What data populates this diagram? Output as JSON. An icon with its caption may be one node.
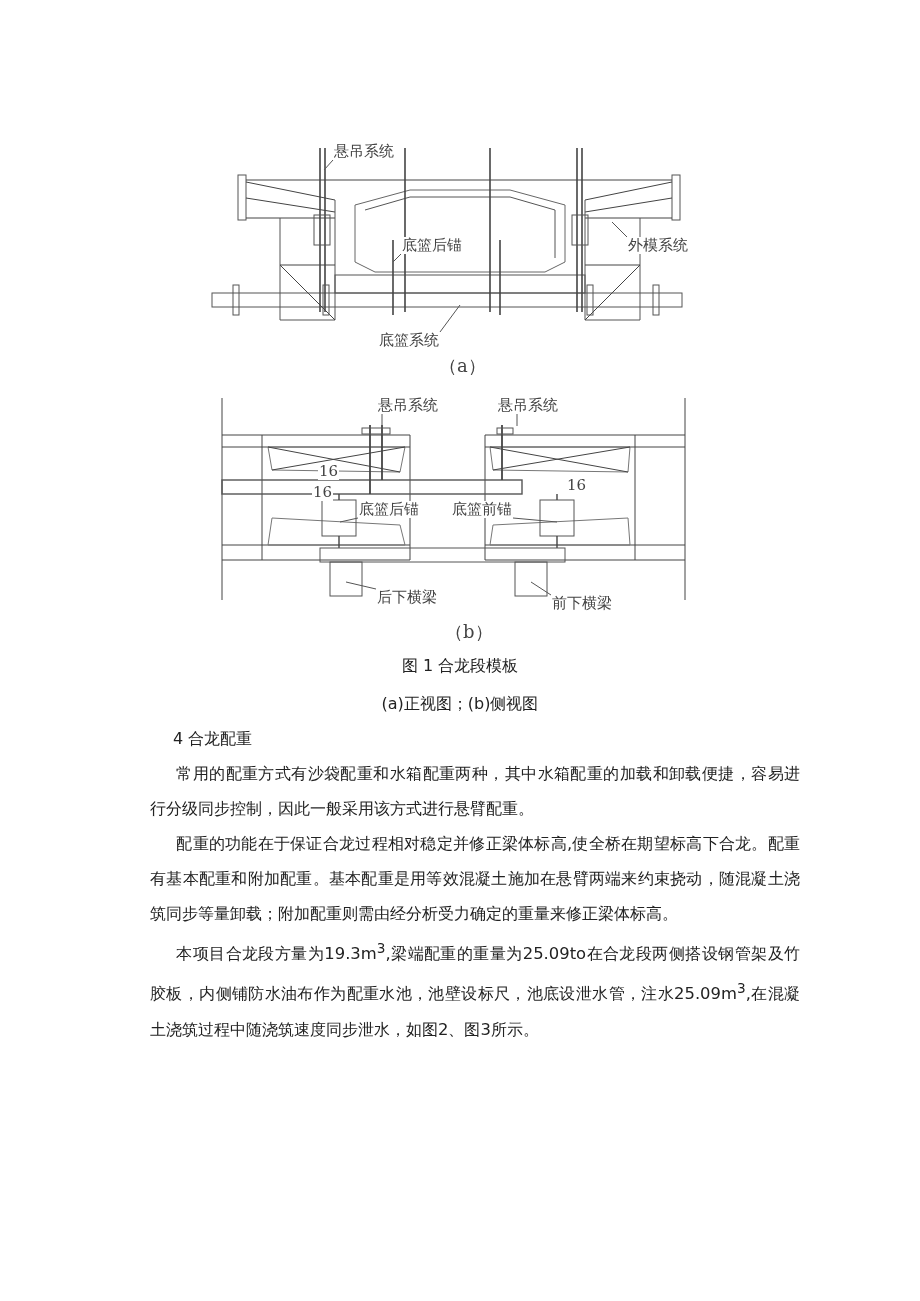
{
  "diagram": {
    "caption": "图 1 合龙段模板",
    "nodes": [
      {
        "text": [
          "悬吊系统"
        ]
      },
      {
        "text": [
          "底篮后锚"
        ]
      },
      {
        "text": [
          "外模系统"
        ]
      },
      {
        "text": [
          "底篮系统"
        ]
      },
      {
        "text": [
          "悬吊系统"
        ]
      },
      {
        "text": [
          "悬吊系统"
        ]
      },
      {
        "text": [
          "底篮后锚"
        ]
      },
      {
        "text": [
          "底篮前锚"
        ]
      },
      {
        "text": [
          "后下横梁"
        ]
      },
      {
        "text": [
          "前下横梁"
        ]
      }
    ],
    "edges": [
      {
        "from": 0,
        "to": null,
        "arrow": "none"
      },
      {
        "from": 1,
        "to": null,
        "arrow": "none"
      },
      {
        "from": 2,
        "to": null,
        "arrow": "none"
      },
      {
        "from": 3,
        "to": null,
        "arrow": "none"
      },
      {
        "from": 4,
        "to": null,
        "arrow": "none"
      },
      {
        "from": 5,
        "to": null,
        "arrow": "none"
      },
      {
        "from": 6,
        "to": null,
        "arrow": "none"
      },
      {
        "from": 7,
        "to": null,
        "arrow": "none"
      },
      {
        "from": 8,
        "to": null,
        "arrow": "none"
      },
      {
        "from": 9,
        "to": null,
        "arrow": "none"
      }
    ],
    "labels": [
      "（a）",
      "16",
      "16",
      "16",
      "（b）",
      "(a)正视图；(b)侧视图",
      "4 合龙配重",
      "常用的配重方式有沙袋配重和水箱配重两种，其中水箱配重的加载和卸载便捷，容易进行分级同步控制，因此一般采用该方式进行悬臂配重。",
      "配重的功能在于保证合龙过程相对稳定并修正梁体标高,使全桥在期望标高下合龙。配重有基本配重和附加配重。基本配重是用等效混凝土施加在悬臂两端来约束挠动，随混凝土浇筑同步等量卸载；附加配重则需由经分析受力确定的重量来修正梁体标高。",
      "本项目合龙段方量为19.3m$^{3}$,梁端配重的重量为25.09to在合龙段两侧搭设钢管架及竹胶板，内侧铺防水油布作为配重水池，池壁设标尺，池底设泄水管，注水25.09m$^{3}$,在混凝土浇筑过程中随浇筑速度同步泄水，如图2、图3所示。"
    ]
  }
}
